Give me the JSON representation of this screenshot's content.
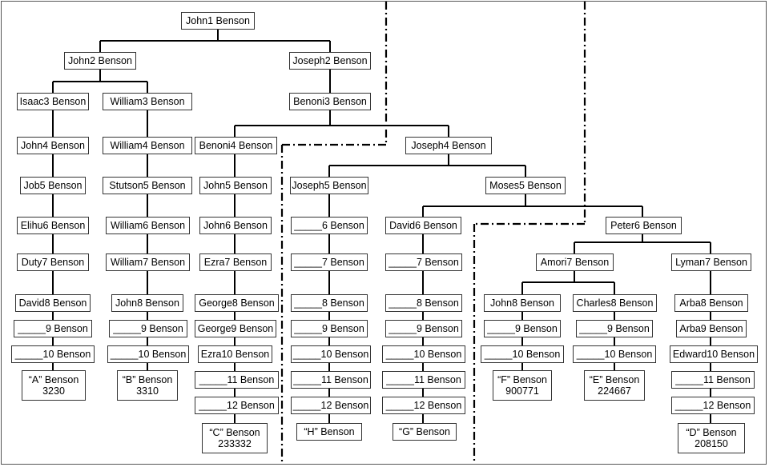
{
  "nodes": {
    "john1": "John1 Benson",
    "john2": "John2 Benson",
    "joseph2": "Joseph2 Benson",
    "isaac3": "Isaac3 Benson",
    "william3": "William3 Benson",
    "benoni3": "Benoni3 Benson",
    "john4": "John4 Benson",
    "william4": "William4 Benson",
    "benoni4": "Benoni4 Benson",
    "joseph4": "Joseph4 Benson",
    "job5": "Job5 Benson",
    "stutson5": "Stutson5 Benson",
    "john5": "John5 Benson",
    "joseph5": "Joseph5 Benson",
    "moses5": "Moses5 Benson",
    "elihu6": "Elihu6 Benson",
    "william6": "William6 Benson",
    "john6": "John6 Benson",
    "blank6_j": "_____6 Benson",
    "david6": "David6 Benson",
    "peter6": "Peter6 Benson",
    "duty7": "Duty7 Benson",
    "william7": "William7 Benson",
    "ezra7": "Ezra7 Benson",
    "blank7_j": "_____7 Benson",
    "blank7_d": "_____7 Benson",
    "amori7": "Amori7 Benson",
    "lyman7": "Lyman7 Benson",
    "david8": "David8 Benson",
    "john8_w": "John8 Benson",
    "george8": "George8 Benson",
    "blank8_j": "_____8 Benson",
    "blank8_d": "_____8 Benson",
    "john8_a": "John8 Benson",
    "charles8": "Charles8 Benson",
    "arba8": "Arba8 Benson",
    "blank9_i": "_____9 Benson",
    "blank9_w": "_____9 Benson",
    "george9": "George9 Benson",
    "blank9_j": "_____9 Benson",
    "blank9_d": "_____9 Benson",
    "blank9_a": "_____9 Benson",
    "blank9_c": "_____9 Benson",
    "arba9": "Arba9 Benson",
    "blank10_i": "_____10 Benson",
    "blank10_w": "_____10 Benson",
    "ezra10": "Ezra10 Benson",
    "blank10_j": "_____10 Benson",
    "blank10_d": "_____10 Benson",
    "blank10_a": "_____10 Benson",
    "blank10_c": "_____10 Benson",
    "edward10": "Edward10 Benson",
    "A": "“A” Benson\n3230",
    "B": "“B” Benson\n3310",
    "blank11_e": "_____11 Benson",
    "blank11_j": "_____11 Benson",
    "blank11_d": "_____11 Benson",
    "F": "“F” Benson\n900771",
    "E": "“E” Benson\n224667",
    "blank11_l": "_____11 Benson",
    "blank12_e": "_____12 Benson",
    "blank12_j": "_____12 Benson",
    "blank12_d": "_____12 Benson",
    "blank12_l": "_____12 Benson",
    "C": "“C” Benson\n233332",
    "H": "“H” Benson",
    "G": "“G” Benson",
    "D": "“D” Benson\n208150"
  }
}
